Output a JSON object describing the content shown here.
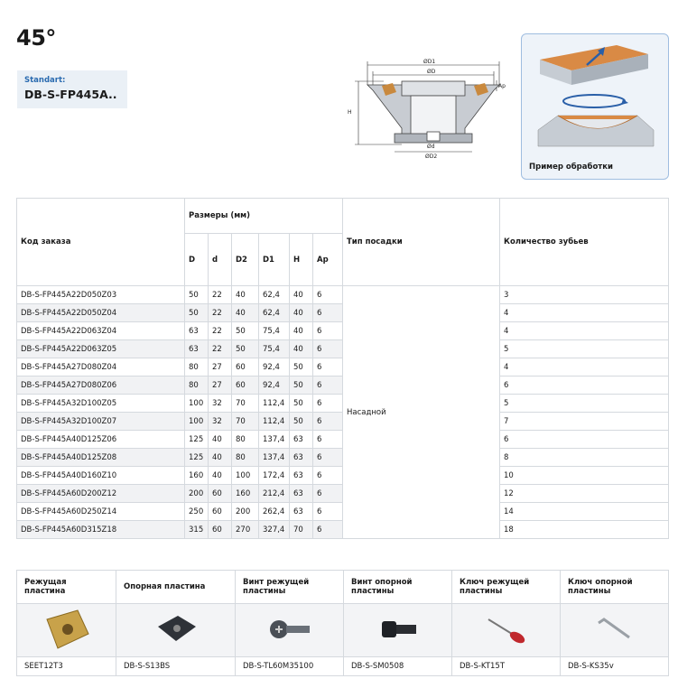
{
  "page": {
    "title": "45°",
    "standard_label": "Standart:",
    "standard_value": "DB-S-FP445A.."
  },
  "drawing": {
    "labels": {
      "D1": "ØD1",
      "D": "ØD",
      "Ap": "Ap",
      "H": "H",
      "d": "Ød",
      "D2": "ØD2"
    }
  },
  "example": {
    "caption": "Пример обработки",
    "colors": {
      "accent": "#d98a45",
      "arrow": "#2a5fa8",
      "frame": "#9fbde0"
    }
  },
  "table": {
    "order_code_header": "Код заказа",
    "dims_header": "Размеры (мм)",
    "mount_header": "Тип посадки",
    "teeth_header": "Количество зубьев",
    "dim_columns": [
      "D",
      "d",
      "D2",
      "D1",
      "H",
      "Ap"
    ],
    "mount_value": "Насадной",
    "rows": [
      {
        "code": "DB-S-FP445A22D050Z03",
        "dims": [
          "50",
          "22",
          "40",
          "62,4",
          "40",
          "6"
        ],
        "teeth": "3"
      },
      {
        "code": "DB-S-FP445A22D050Z04",
        "dims": [
          "50",
          "22",
          "40",
          "62,4",
          "40",
          "6"
        ],
        "teeth": "4"
      },
      {
        "code": "DB-S-FP445A22D063Z04",
        "dims": [
          "63",
          "22",
          "50",
          "75,4",
          "40",
          "6"
        ],
        "teeth": "4"
      },
      {
        "code": "DB-S-FP445A22D063Z05",
        "dims": [
          "63",
          "22",
          "50",
          "75,4",
          "40",
          "6"
        ],
        "teeth": "5"
      },
      {
        "code": "DB-S-FP445A27D080Z04",
        "dims": [
          "80",
          "27",
          "60",
          "92,4",
          "50",
          "6"
        ],
        "teeth": "4"
      },
      {
        "code": "DB-S-FP445A27D080Z06",
        "dims": [
          "80",
          "27",
          "60",
          "92,4",
          "50",
          "6"
        ],
        "teeth": "6"
      },
      {
        "code": "DB-S-FP445A32D100Z05",
        "dims": [
          "100",
          "32",
          "70",
          "112,4",
          "50",
          "6"
        ],
        "teeth": "5"
      },
      {
        "code": "DB-S-FP445A32D100Z07",
        "dims": [
          "100",
          "32",
          "70",
          "112,4",
          "50",
          "6"
        ],
        "teeth": "7"
      },
      {
        "code": "DB-S-FP445A40D125Z06",
        "dims": [
          "125",
          "40",
          "80",
          "137,4",
          "63",
          "6"
        ],
        "teeth": "6"
      },
      {
        "code": "DB-S-FP445A40D125Z08",
        "dims": [
          "125",
          "40",
          "80",
          "137,4",
          "63",
          "6"
        ],
        "teeth": "8"
      },
      {
        "code": "DB-S-FP445A40D160Z10",
        "dims": [
          "160",
          "40",
          "100",
          "172,4",
          "63",
          "6"
        ],
        "teeth": "10"
      },
      {
        "code": "DB-S-FP445A60D200Z12",
        "dims": [
          "200",
          "60",
          "160",
          "212,4",
          "63",
          "6"
        ],
        "teeth": "12"
      },
      {
        "code": "DB-S-FP445A60D250Z14",
        "dims": [
          "250",
          "60",
          "200",
          "262,4",
          "63",
          "6"
        ],
        "teeth": "14"
      },
      {
        "code": "DB-S-FP445A60D315Z18",
        "dims": [
          "315",
          "60",
          "270",
          "327,4",
          "70",
          "6"
        ],
        "teeth": "18"
      }
    ]
  },
  "parts": [
    {
      "header": "Режущая пластина",
      "code": "SEET12T3",
      "icon": "cutting-insert-icon"
    },
    {
      "header": "Опорная пластина",
      "code": "DB-S-S13BS",
      "icon": "support-plate-icon"
    },
    {
      "header": "Винт режущей пластины",
      "code": "DB-S-TL60M35100",
      "icon": "insert-screw-icon"
    },
    {
      "header": "Винт опорной пластины",
      "code": "DB-S-SM0508",
      "icon": "support-screw-icon"
    },
    {
      "header": "Ключ режущей пластины",
      "code": "DB-S-KT15T",
      "icon": "torx-key-icon"
    },
    {
      "header": "Ключ опорной пластины",
      "code": "DB-S-KS35v",
      "icon": "hex-key-icon"
    }
  ]
}
